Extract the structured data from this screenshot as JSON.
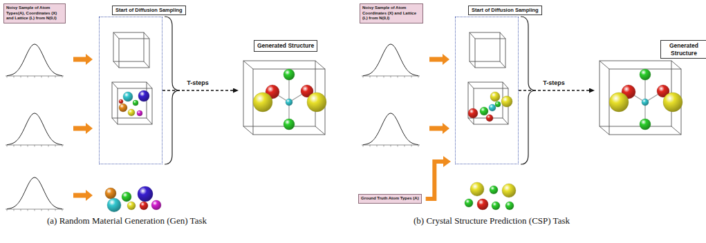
{
  "diagram": {
    "nodes": [
      {
        "text": [
          "Noisy Sample of Atom Types(A), Coordinates (X) and Lattice (L) from N(0,I)"
        ]
      },
      {
        "text": [
          "Start of Diffusion Sampling"
        ]
      },
      {
        "text": [
          "Generated Structure"
        ]
      },
      {
        "text": [
          "Noisy Sample of Atom Coordinates (X) and Lattice (L) from N(0,I)"
        ]
      },
      {
        "text": [
          "Start of Diffusion Sampling"
        ]
      },
      {
        "text": [
          "Ground Truth Atom Types (A)"
        ]
      },
      {
        "text": [
          "Generated Structure"
        ]
      }
    ],
    "edges": [
      {
        "from": 1,
        "to": 2,
        "label": "T-steps",
        "arrow": "to"
      },
      {
        "from": 5,
        "to": 4,
        "arrow": "to"
      },
      {
        "from": 4,
        "to": 6,
        "label": "T-steps",
        "arrow": "to"
      }
    ],
    "labels": [
      "(a) Random Material Generation (Gen) Task",
      "(b) Crystal Structure Prediction (CSP) Task"
    ]
  }
}
